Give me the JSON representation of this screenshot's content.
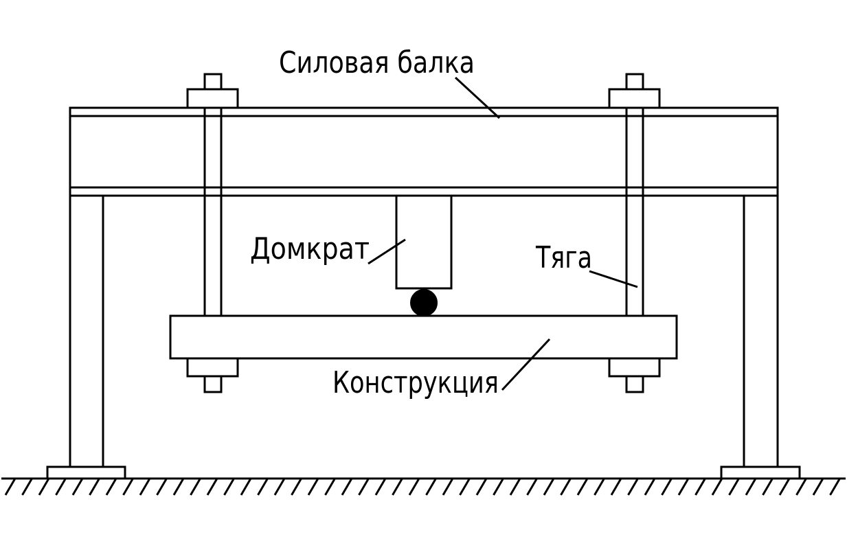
{
  "labels": {
    "power_beam": "Силовая балка",
    "jack": "Домкрат",
    "rod": "Тяга",
    "structure": "Конструкция"
  },
  "colors": {
    "stroke": "#000000",
    "background": "#ffffff"
  }
}
